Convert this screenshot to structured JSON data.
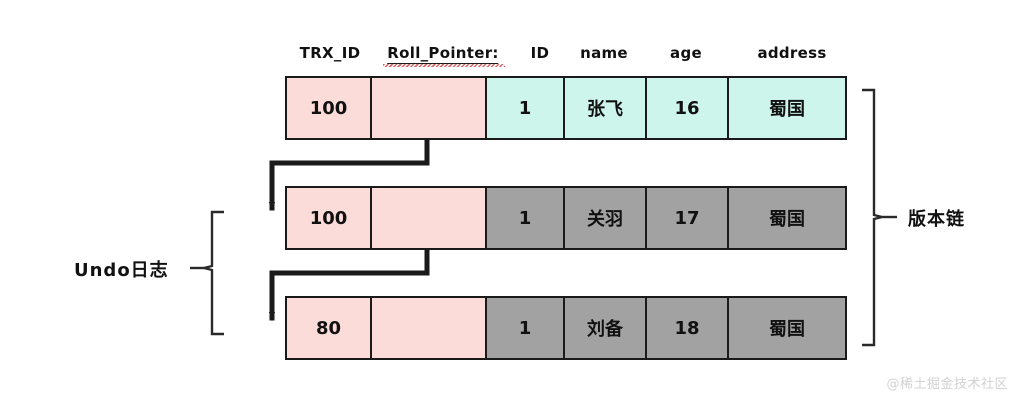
{
  "figure": {
    "title_watermark": "@稀土掘金技术社区"
  },
  "table": {
    "headers": [
      {
        "label": "TRX_ID",
        "underlined": false,
        "squiggly": false
      },
      {
        "label": "Roll_Pointer:",
        "underlined": true,
        "squiggly": true
      },
      {
        "label": "ID",
        "underlined": false,
        "squiggly": false
      },
      {
        "label": "name",
        "underlined": false,
        "squiggly": false
      },
      {
        "label": "age",
        "underlined": false,
        "squiggly": false
      },
      {
        "label": "address",
        "underlined": false,
        "squiggly": false
      }
    ],
    "rows": [
      {
        "trx_id": "100",
        "roll_pointer": "",
        "id": "1",
        "name": "张飞",
        "age": "16",
        "address": "蜀国",
        "data_fill": "mint"
      },
      {
        "trx_id": "100",
        "roll_pointer": "",
        "id": "1",
        "name": "关羽",
        "age": "17",
        "address": "蜀国",
        "data_fill": "gray"
      },
      {
        "trx_id": "80",
        "roll_pointer": "",
        "id": "1",
        "name": "刘备",
        "age": "18",
        "address": "蜀国",
        "data_fill": "gray"
      }
    ]
  },
  "annotations": {
    "undo_log_label": "Undo日志",
    "version_chain_label": "版本链"
  },
  "colors": {
    "pink": "#fbdcd8",
    "mint": "#cef5ec",
    "gray": "#a2a2a2",
    "stroke": "#1a1a1a",
    "background": "#ffffff",
    "watermark": "#d2d2d2",
    "squiggle": "#d44a4a"
  }
}
